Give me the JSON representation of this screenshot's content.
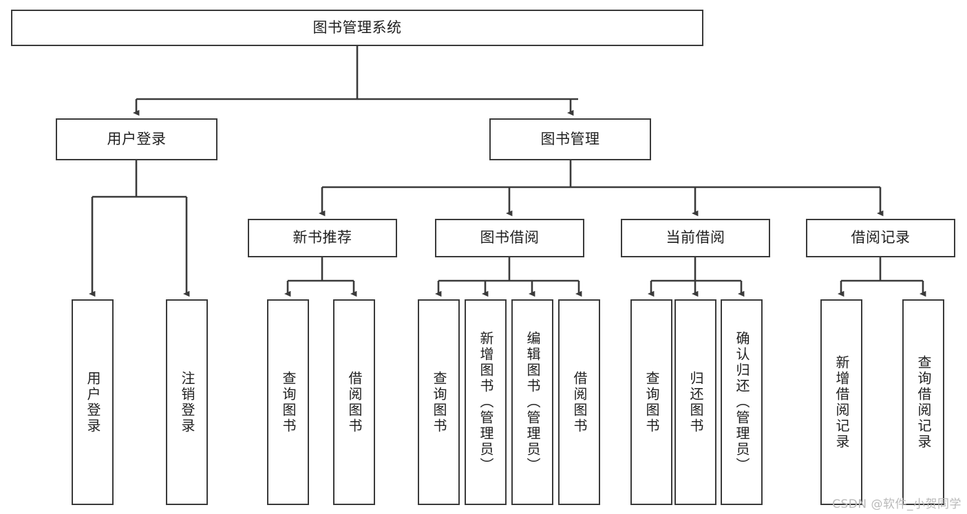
{
  "diagram": {
    "title": "图书管理系统",
    "type": "tree",
    "root": {
      "label": "图书管理系统"
    },
    "level2": [
      {
        "label": "用户登录"
      },
      {
        "label": "图书管理"
      }
    ],
    "level3": [
      {
        "label": "新书推荐"
      },
      {
        "label": "图书借阅"
      },
      {
        "label": "当前借阅"
      },
      {
        "label": "借阅记录"
      }
    ],
    "leaves": {
      "user_login": [
        {
          "label": "用户登录"
        },
        {
          "label": "注销登录"
        }
      ],
      "new_book_recommend": [
        {
          "label": "查询图书"
        },
        {
          "label": "借阅图书"
        }
      ],
      "book_borrow": [
        {
          "label": "查询图书"
        },
        {
          "label": "新增图书（管理员）"
        },
        {
          "label": "编辑图书（管理员）"
        },
        {
          "label": "借阅图书"
        }
      ],
      "current_borrow": [
        {
          "label": "查询图书"
        },
        {
          "label": "归还图书"
        },
        {
          "label": "确认归还（管理员）"
        }
      ],
      "borrow_record": [
        {
          "label": "新增借阅记录"
        },
        {
          "label": "查询借阅记录"
        }
      ]
    },
    "watermark": "CSDN @软件_小贺同学",
    "colors": {
      "stroke": "#3a3a3a",
      "fill": "#ffffff",
      "text": "#1f1f1f",
      "watermark": "#b9b9b9"
    }
  }
}
